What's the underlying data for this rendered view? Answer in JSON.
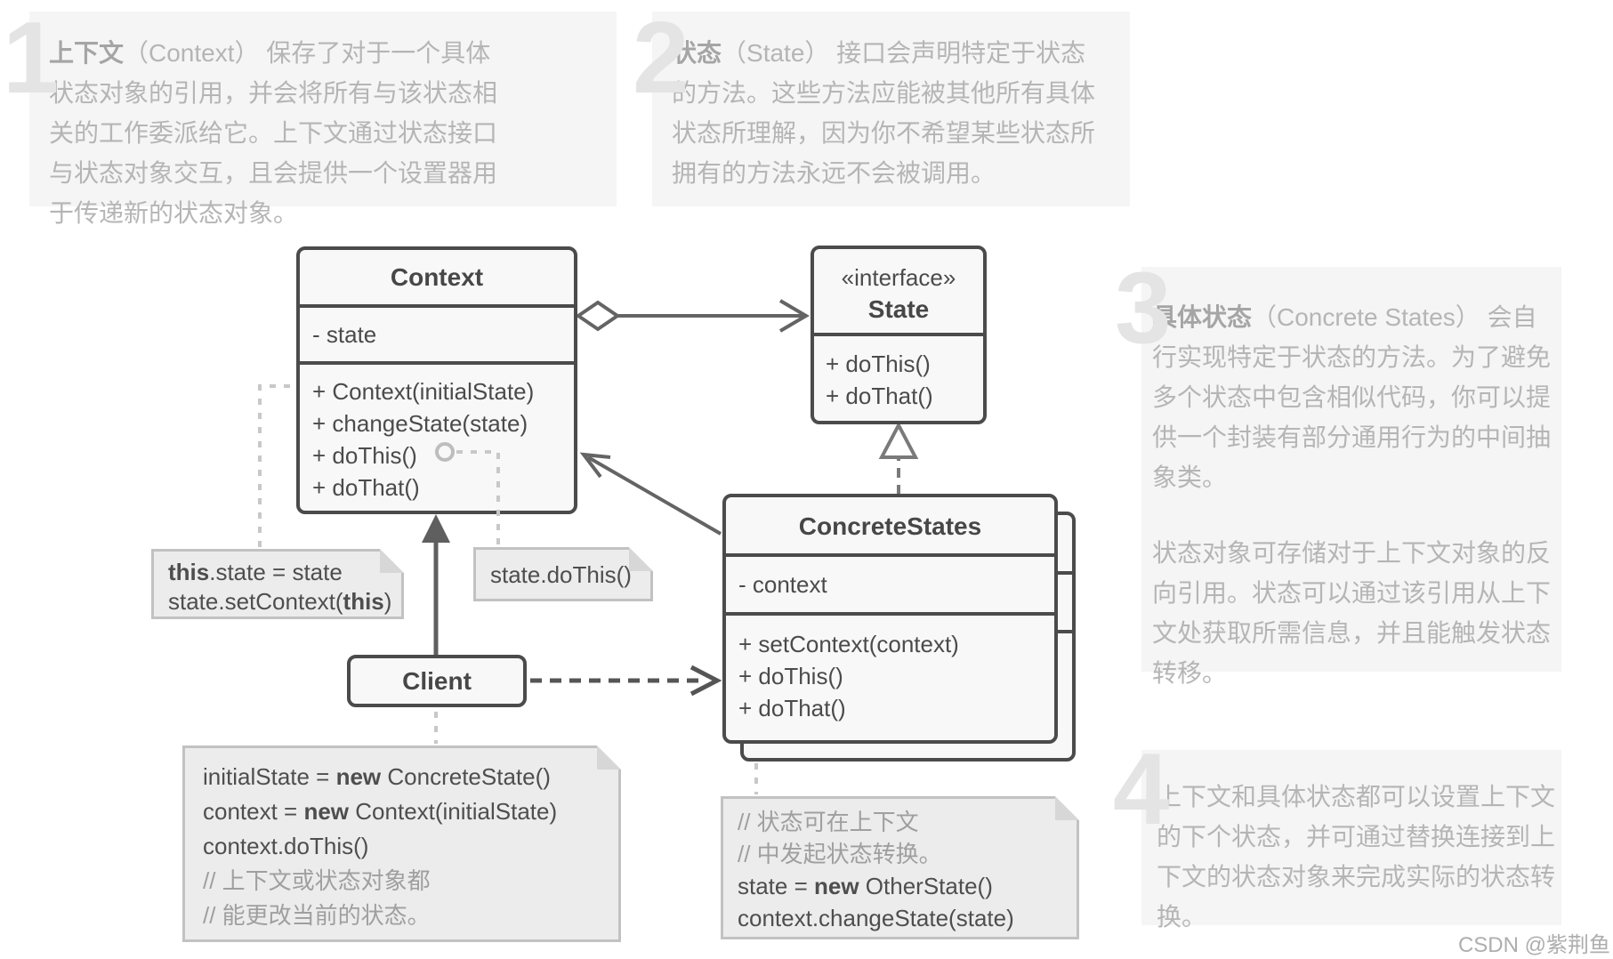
{
  "annotations": [
    {
      "number": "1",
      "term": "上下文",
      "body": "（Context） 保存了对于一个具体状态对象的引用，并会将所有与该状态相关的工作委派给它。上下文通过状态接口与状态对象交互，且会提供一个设置器用于传递新的状态对象。"
    },
    {
      "number": "2",
      "term": "状态",
      "body": "（State） 接口会声明特定于状态的方法。这些方法应能被其他所有具体状态所理解，因为你不希望某些状态所拥有的方法永远不会被调用。"
    },
    {
      "number": "3",
      "term": "具体状态",
      "body": "（Concrete States） 会自行实现特定于状态的方法。为了避免多个状态中包含相似代码，你可以提供一个封装有部分通用行为的中间抽象类。",
      "body2": "状态对象可存储对于上下文对象的反向引用。状态可以通过该引用从上下文处获取所需信息，并且能触发状态转移。"
    },
    {
      "number": "4",
      "term": "",
      "body": "上下文和具体状态都可以设置上下文的下个状态，并可通过替换连接到上下文的状态对象来完成实际的状态转换。"
    }
  ],
  "classes": {
    "context": {
      "title": "Context",
      "attributes": [
        "- state"
      ],
      "methods": [
        "+ Context(initialState)",
        "+ changeState(state)",
        "+ doThis()",
        "+ doThat()"
      ]
    },
    "state": {
      "stereotype": "«interface»",
      "title": "State",
      "methods": [
        "+ doThis()",
        "+ doThat()"
      ]
    },
    "concrete": {
      "title": "ConcreteStates",
      "attributes": [
        "- context"
      ],
      "methods": [
        "+ setContext(context)",
        "+ doThis()",
        "+ doThat()"
      ]
    },
    "client": {
      "title": "Client"
    }
  },
  "notes": {
    "this_note": {
      "lines": [
        [
          {
            "t": "this",
            "b": 1
          },
          {
            "t": ".state = state"
          }
        ],
        [
          {
            "t": "state.setContext("
          },
          {
            "t": "this",
            "b": 1
          },
          {
            "t": ")"
          }
        ]
      ]
    },
    "dothis_note": {
      "lines": [
        [
          {
            "t": "state.doThis()"
          }
        ]
      ]
    },
    "client_note": {
      "lines": [
        [
          {
            "t": "initialState = "
          },
          {
            "t": "new",
            "b": 1
          },
          {
            "t": " ConcreteState()"
          }
        ],
        [
          {
            "t": "context = "
          },
          {
            "t": "new",
            "b": 1
          },
          {
            "t": " Context(initialState)"
          }
        ],
        [
          {
            "t": "context.doThis()"
          }
        ],
        [
          {
            "t": "// 上下文或状态对象都",
            "dim": 1
          }
        ],
        [
          {
            "t": "// 能更改当前的状态。",
            "dim": 1
          }
        ]
      ]
    },
    "transition_note": {
      "lines": [
        [
          {
            "t": "// 状态可在上下文",
            "dim": 1
          }
        ],
        [
          {
            "t": "// 中发起状态转换。",
            "dim": 1
          }
        ],
        [
          {
            "t": "state = "
          },
          {
            "t": "new",
            "b": 1
          },
          {
            "t": " OtherState()"
          }
        ],
        [
          {
            "t": "context.changeState(state)"
          }
        ]
      ]
    }
  },
  "watermark": "CSDN @紫荆鱼",
  "colors": {
    "panel_bg": "#f5f5f5",
    "panel_number": "#e4e4e4",
    "panel_text": "#b5b5b5",
    "box_bg": "#f8f8f8",
    "box_border": "#4b4b4b",
    "note_bg": "#ececec",
    "note_border": "#c2c2c2",
    "connector": "#646464",
    "light_dash": "#c8c8c8"
  }
}
